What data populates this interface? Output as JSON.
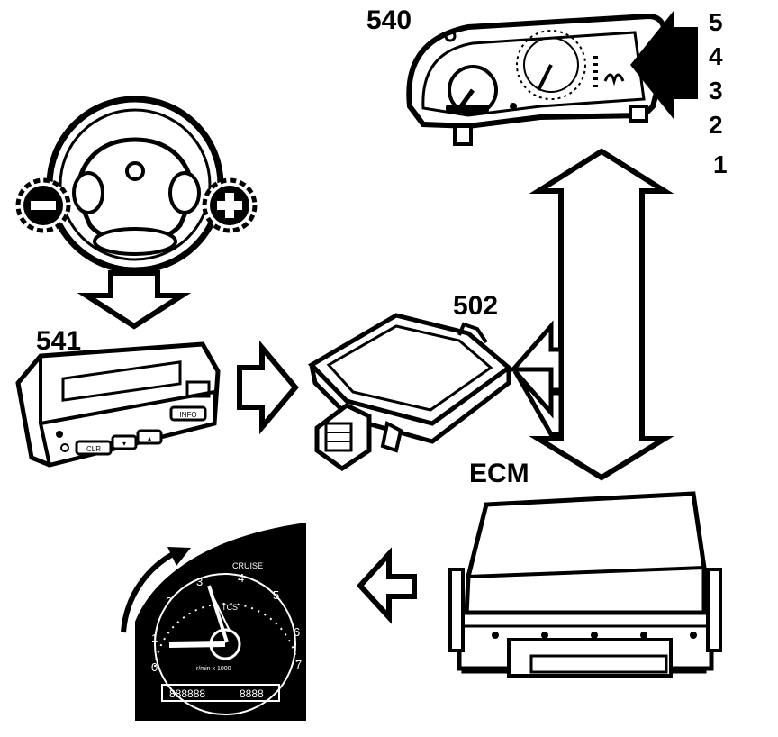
{
  "labels": {
    "cluster": "540",
    "display": "541",
    "control_module": "502",
    "ecm": "ECM"
  },
  "levels": [
    "5",
    "4",
    "3",
    "2",
    "1"
  ],
  "gauge": {
    "cruise_label": "CRUISE",
    "tcs_label": "TCS",
    "scale_label": "r/min x 1000",
    "ticks": [
      "0",
      "1",
      "2",
      "3",
      "4",
      "5",
      "6",
      "7"
    ],
    "odometer": "888888",
    "trip": "8888"
  },
  "display_buttons": [
    "CLR",
    "▾",
    "▴",
    "INFO"
  ],
  "colors": {
    "ink": "#000000",
    "paper": "#ffffff"
  }
}
